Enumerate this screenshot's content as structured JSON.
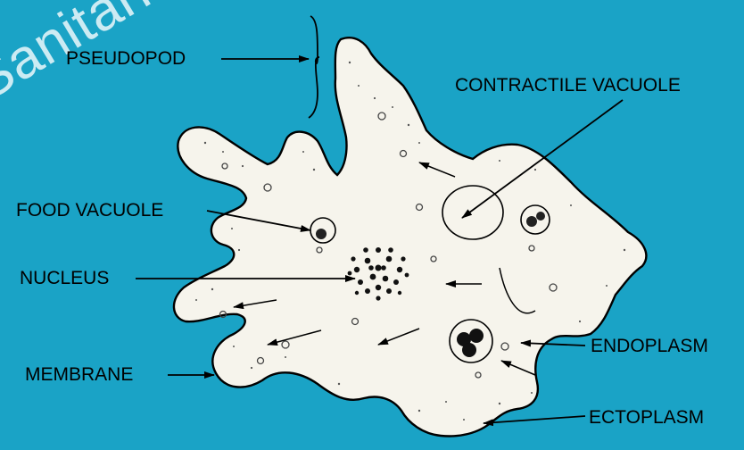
{
  "watermark": "Sanitarie.it",
  "colors": {
    "background": "#1AA3C6",
    "cell": "#F6F4EC",
    "ink": "#000000"
  },
  "labels": {
    "pseudopod": "PSEUDOPOD",
    "contractile_vacuole": "CONTRACTILE VACUOLE",
    "food_vacuole": "FOOD VACUOLE",
    "nucleus": "NUCLEUS",
    "endoplasm": "ENDOPLASM",
    "membrane": "MEMBRANE",
    "ectoplasm": "ECTOPLASM"
  }
}
